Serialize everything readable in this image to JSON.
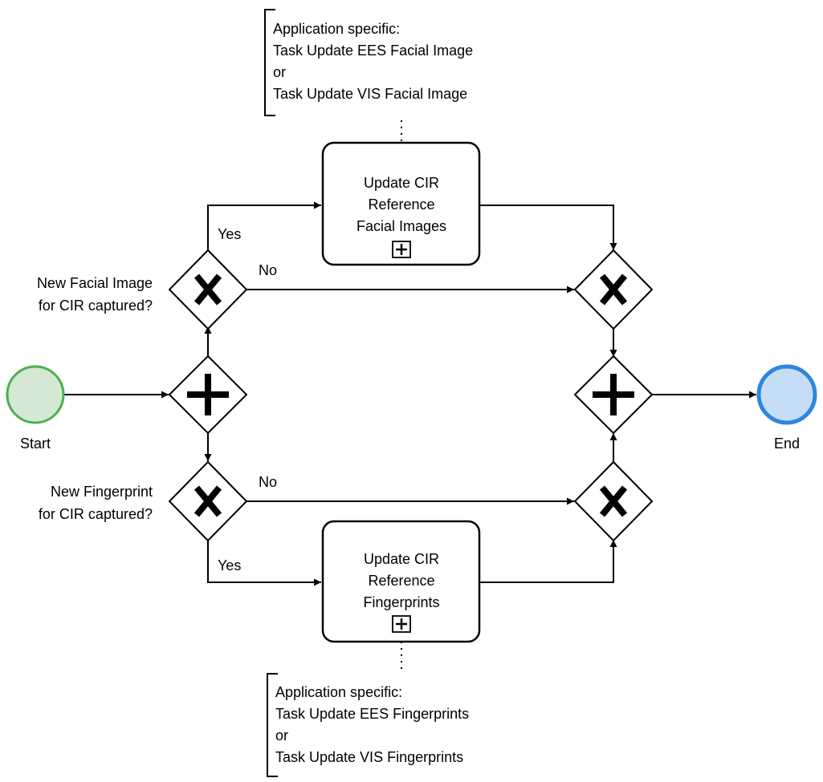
{
  "colors": {
    "start_fill": "#d5e8d4",
    "start_stroke": "#4caf50",
    "end_fill": "#c6ddf7",
    "end_stroke": "#2e86de",
    "start_label": "#4caf50",
    "end_label": "#2e86de"
  },
  "events": {
    "start": {
      "label": "Start",
      "icon": "start-event-circle"
    },
    "end": {
      "label": "End",
      "icon": "end-event-circle"
    }
  },
  "gateways": {
    "split_parallel": {
      "icon": "parallel-gateway-plus"
    },
    "join_parallel": {
      "icon": "parallel-gateway-plus"
    },
    "facial_decision": {
      "icon": "exclusive-gateway-x",
      "question": [
        "New Facial Image",
        "for CIR captured?"
      ],
      "yes_label": "Yes",
      "no_label": "No"
    },
    "fingerprint_decision": {
      "icon": "exclusive-gateway-x",
      "question": [
        "New Fingerprint",
        "for CIR captured?"
      ],
      "yes_label": "Yes",
      "no_label": "No"
    },
    "facial_merge": {
      "icon": "exclusive-gateway-x"
    },
    "fingerprint_merge": {
      "icon": "exclusive-gateway-x"
    }
  },
  "tasks": {
    "facial": {
      "lines": [
        "Update CIR",
        "Reference",
        "Facial Images"
      ],
      "marker": "subprocess-plus-icon"
    },
    "fingerprint": {
      "lines": [
        "Update CIR",
        "Reference",
        "Fingerprints"
      ],
      "marker": "subprocess-plus-icon"
    }
  },
  "annotations": {
    "facial": {
      "lines": [
        "Application specific:",
        "Task Update EES Facial Image",
        "or",
        "Task Update VIS Facial Image"
      ]
    },
    "fingerprint": {
      "lines": [
        "Application specific:",
        "Task Update EES Fingerprints",
        "or",
        "Task Update VIS Fingerprints"
      ]
    }
  }
}
